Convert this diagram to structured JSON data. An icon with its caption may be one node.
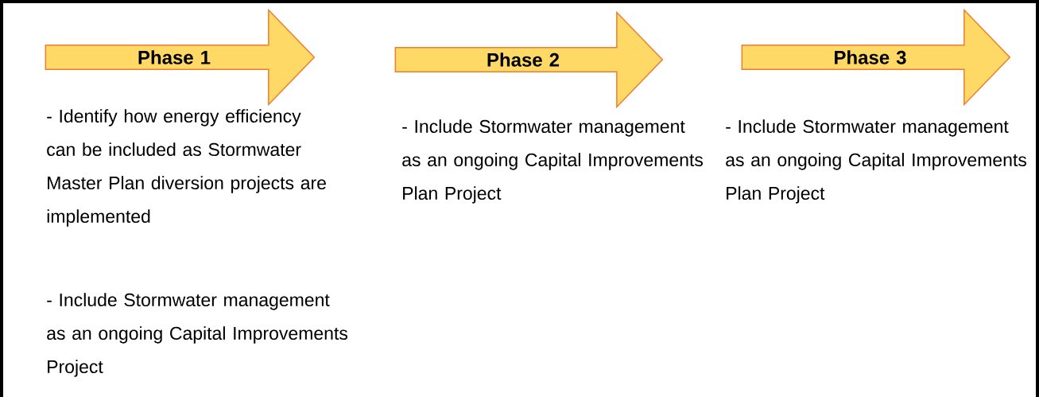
{
  "diagram": {
    "nodes": [
      {
        "text": [
          "Phase 1"
        ],
        "beside": [
          "- Identify how energy efficiency can be included as Stormwater Master Plan diversion projects are implemented",
          "- Include Stormwater management as an ongoing Capital Improvements Project"
        ]
      },
      {
        "text": [
          "Phase 2"
        ],
        "beside": [
          "- Include Stormwater management as an ongoing Capital Improvements Plan Project"
        ]
      },
      {
        "text": [
          "Phase 3"
        ],
        "beside": [
          "- Include Stormwater management as an ongoing Capital Improvements Plan Project"
        ]
      }
    ]
  }
}
